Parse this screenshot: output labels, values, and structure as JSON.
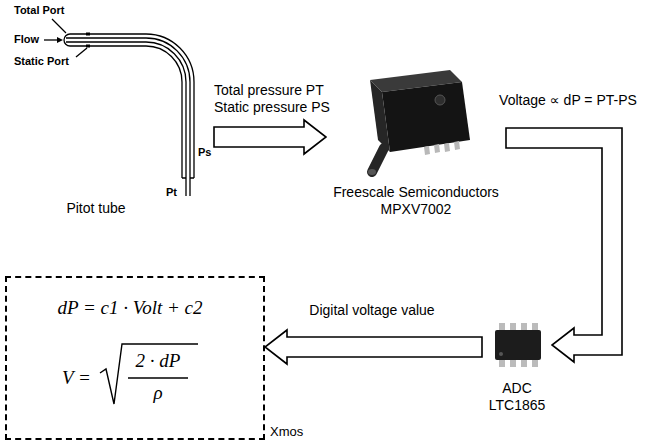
{
  "diagram": {
    "nodes": [
      {
        "text": [
          "Pitot tube"
        ]
      },
      {
        "text": [
          "Freescale Semiconductors MPXV7002"
        ]
      },
      {
        "text": [
          "ADC LTC1865"
        ]
      },
      {
        "text": [
          "dP = c1 · Volt + c2",
          "V =",
          "2 · dP",
          "ρ",
          "Xmos"
        ]
      }
    ],
    "edges": [
      {
        "from": 0,
        "to": 1,
        "arrow": "to",
        "label": "Total pressure PT Static pressure PS"
      },
      {
        "from": 1,
        "to": 2,
        "arrow": "to",
        "label": "Voltage ∝ dP = PT-PS"
      },
      {
        "from": 2,
        "to": 3,
        "arrow": "to",
        "label": "Digital voltage value"
      }
    ],
    "labels": [
      "Total Port",
      "Flow",
      "Static Port",
      "Ps",
      "Pt"
    ]
  }
}
